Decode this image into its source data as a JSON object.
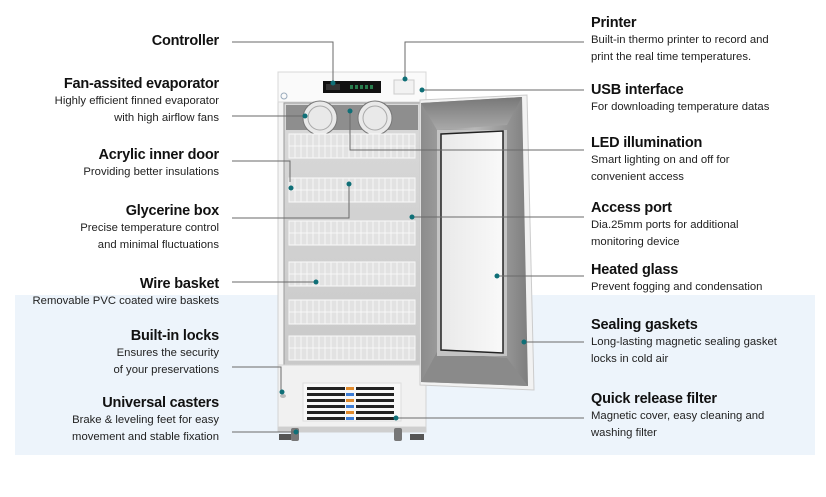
{
  "title": "Blood bank refrigerator feature diagram",
  "colors": {
    "background": "#ffffff",
    "band": "#edf4fb",
    "callout_dot": "#0f6f77",
    "callout_line": "#6a6a6a",
    "heading_text": "#111111",
    "body_text": "#222222"
  },
  "left_features": [
    {
      "title": "Controller",
      "desc": []
    },
    {
      "title": "Fan-assited evaporator",
      "desc": [
        "Highly efficient finned evaporator",
        "with high airflow fans"
      ]
    },
    {
      "title": "Acrylic inner door",
      "desc": [
        "Providing better insulations"
      ]
    },
    {
      "title": "Glycerine box",
      "desc": [
        "Precise temperature control",
        "and minimal fluctuations"
      ]
    },
    {
      "title": "Wire basket",
      "desc": [
        "Removable PVC coated wire baskets"
      ]
    },
    {
      "title": "Built-in locks",
      "desc": [
        "Ensures the security",
        "of your preservations"
      ]
    },
    {
      "title": "Universal casters",
      "desc": [
        "Brake & leveling feet for easy",
        "movement and stable fixation"
      ]
    }
  ],
  "right_features": [
    {
      "title": "Printer",
      "desc": [
        "Built-in thermo printer to record and",
        "print the real time temperatures."
      ]
    },
    {
      "title": "USB interface",
      "desc": [
        "For downloading temperature datas"
      ]
    },
    {
      "title": "LED illumination",
      "desc": [
        "Smart lighting on and off for",
        "convenient access"
      ]
    },
    {
      "title": "Access port",
      "desc": [
        "Dia.25mm ports for additional",
        "monitoring device"
      ]
    },
    {
      "title": "Heated glass",
      "desc": [
        "Prevent fogging and condensation"
      ]
    },
    {
      "title": "Sealing gaskets",
      "desc": [
        "Long-lasting magnetic sealing gasket",
        "locks in cold air"
      ]
    },
    {
      "title": "Quick release filter",
      "desc": [
        "Magnetic cover, easy cleaning and",
        "washing filter"
      ]
    }
  ]
}
